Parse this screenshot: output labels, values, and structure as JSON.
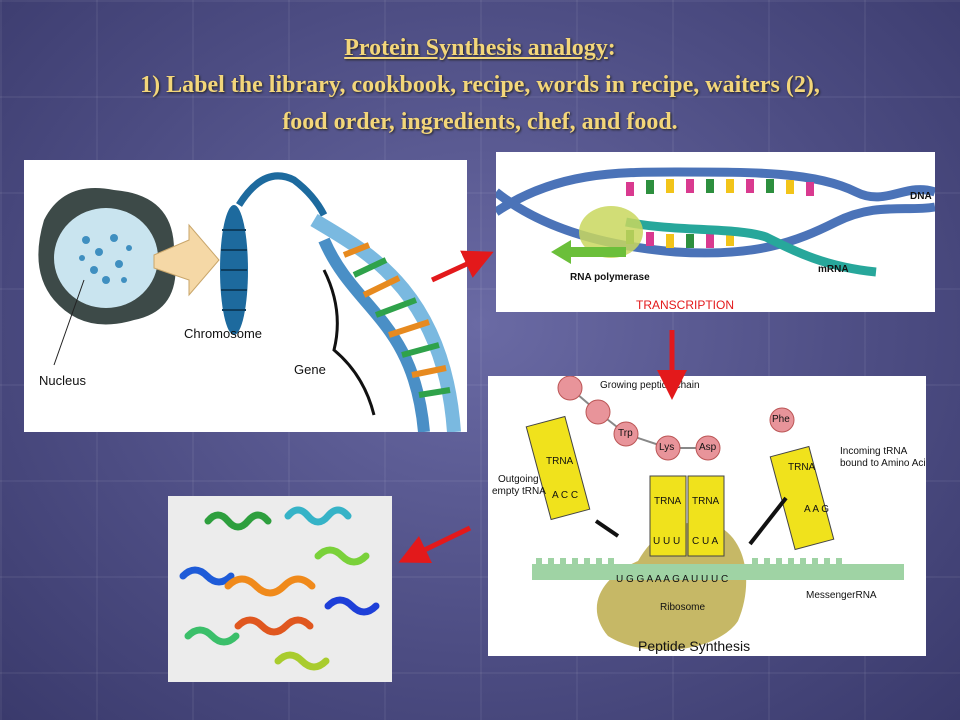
{
  "title": {
    "heading": "Protein Synthesis analogy",
    "colon": ":",
    "line1": "1) Label the library, cookbook, recipe, words in recipe, waiters (2),",
    "line2": "food order, ingredients, chef, and food."
  },
  "panel_chromosome": {
    "nucleus": "Nucleus",
    "chromosome": "Chromosome",
    "gene": "Gene"
  },
  "panel_transcription": {
    "dna": "DNA",
    "rna_polymerase": "RNA polymerase",
    "mrna": "mRNA",
    "caption": "TRANSCRIPTION"
  },
  "panel_peptide": {
    "growing_chain": "Growing peptide chain",
    "trp": "Trp",
    "lys": "Lys",
    "asp": "Asp",
    "phe": "Phe",
    "trna": "TRNA",
    "outgoing_l1": "Outgoing",
    "outgoing_l2": "empty tRNA",
    "incoming_l1": "Incoming  tRNA",
    "incoming_l2": "bound to Amino Acid",
    "anticodon_out": "A C C",
    "anticodon_lys": "U U U",
    "anticodon_asp": "C U A",
    "anticodon_in": "A A G",
    "mrna_seq": "U G G A A A G A U U U C",
    "ribosome": "Ribosome",
    "messenger": "MessengerRNA",
    "caption": "Peptide Synthesis"
  },
  "colors": {
    "title": "#f3d67a",
    "arrow": "#e3191b",
    "trna": "#f0e21c",
    "amino": "#e8949a",
    "ribosome": "#c6b866",
    "mrna": "#9fd3a4"
  }
}
